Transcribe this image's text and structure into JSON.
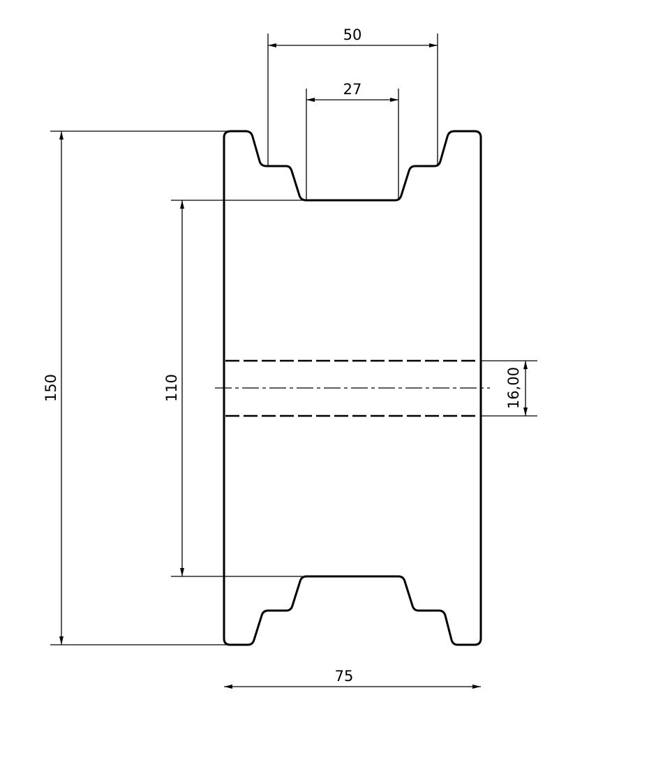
{
  "drawing": {
    "colors": {
      "line": "#000000",
      "background": "#ffffff"
    },
    "dimensions": {
      "groove_top_width": "50",
      "groove_bottom_width": "27",
      "outer_diameter": "150",
      "groove_diameter": "110",
      "bore_diameter": "16,00",
      "total_width": "75"
    }
  }
}
